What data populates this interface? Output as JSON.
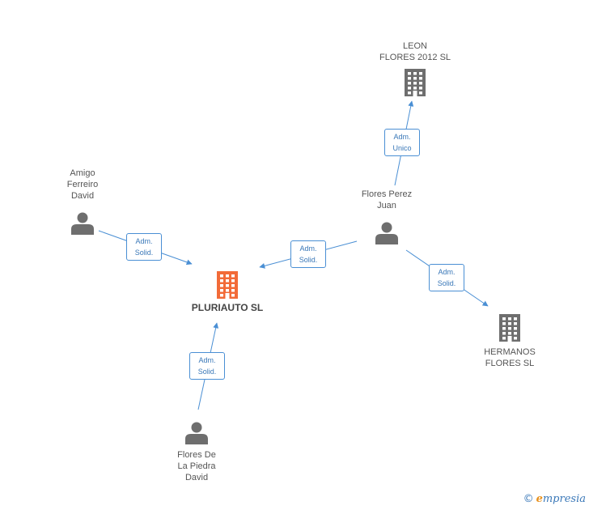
{
  "colors": {
    "edge": "#4a8fd4",
    "main_node": "#f26b38",
    "company_node": "#6e6e6e",
    "person_node": "#6e6e6e"
  },
  "nodes": [
    {
      "id": "pluriauto",
      "type": "company-main",
      "icon": "building-icon",
      "label": "PLURIAUTO SL"
    },
    {
      "id": "leon",
      "type": "company",
      "icon": "building-icon",
      "label": "LEON\nFLORES 2012 SL"
    },
    {
      "id": "hermanos",
      "type": "company",
      "icon": "building-icon",
      "label": "HERMANOS\nFLORES SL"
    },
    {
      "id": "amigo",
      "type": "person",
      "icon": "person-icon",
      "label": "Amigo\nFerreiro\nDavid"
    },
    {
      "id": "juan",
      "type": "person",
      "icon": "person-icon",
      "label": "Flores Perez\nJuan"
    },
    {
      "id": "piedra",
      "type": "person",
      "icon": "person-icon",
      "label": "Flores De\nLa Piedra\nDavid"
    }
  ],
  "edges": [
    {
      "from": "amigo",
      "to": "pluriauto",
      "label": "Adm.\nSolid."
    },
    {
      "from": "juan",
      "to": "pluriauto",
      "label": "Adm.\nSolid."
    },
    {
      "from": "piedra",
      "to": "pluriauto",
      "label": "Adm.\nSolid."
    },
    {
      "from": "juan",
      "to": "leon",
      "label": "Adm.\nUnico"
    },
    {
      "from": "juan",
      "to": "hermanos",
      "label": "Adm.\nSolid."
    }
  ],
  "watermark": {
    "copyright": "©",
    "brand_initial": "e",
    "brand_rest": "mpresia"
  }
}
